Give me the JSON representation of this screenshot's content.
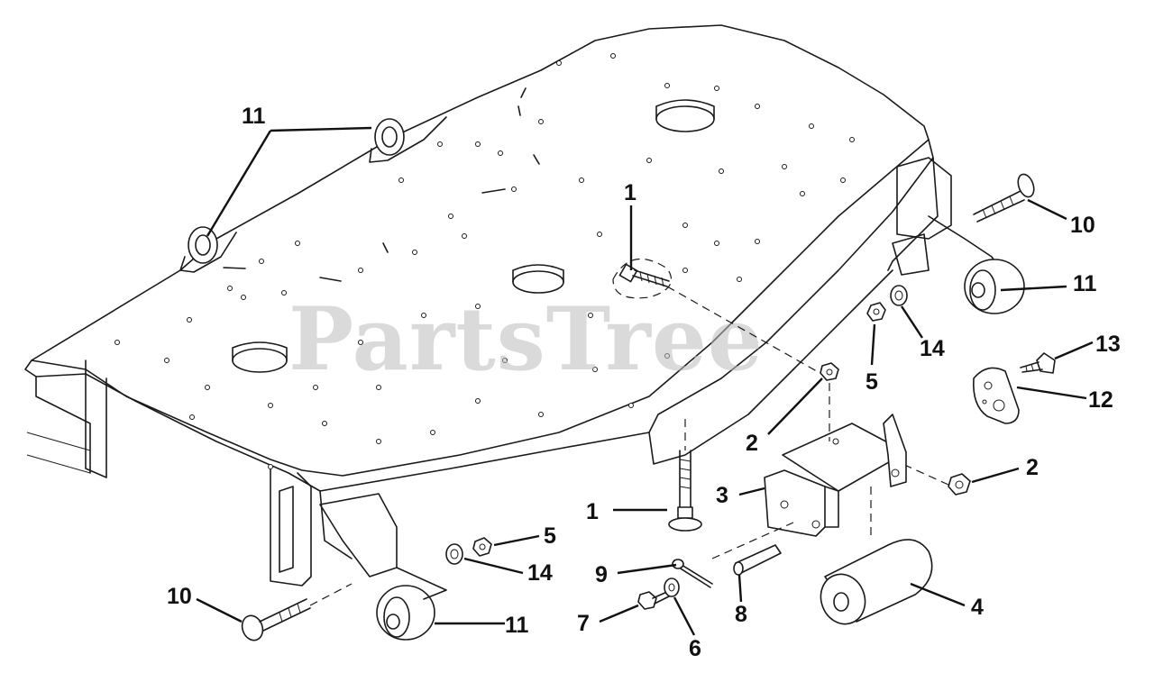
{
  "watermark": "PartsTree",
  "callouts": [
    {
      "id": "c11-top",
      "label": "11"
    },
    {
      "id": "c1-top",
      "label": "1"
    },
    {
      "id": "c10-right",
      "label": "10"
    },
    {
      "id": "c11-right",
      "label": "11"
    },
    {
      "id": "c5-right",
      "label": "5"
    },
    {
      "id": "c14-right",
      "label": "14"
    },
    {
      "id": "c13",
      "label": "13"
    },
    {
      "id": "c12",
      "label": "12"
    },
    {
      "id": "c2-mid",
      "label": "2"
    },
    {
      "id": "c2-right",
      "label": "2"
    },
    {
      "id": "c3",
      "label": "3"
    },
    {
      "id": "c1-bottom",
      "label": "1"
    },
    {
      "id": "c5-bottom",
      "label": "5"
    },
    {
      "id": "c14-bottom",
      "label": "14"
    },
    {
      "id": "c9",
      "label": "9"
    },
    {
      "id": "c10-left",
      "label": "10"
    },
    {
      "id": "c11-bottom",
      "label": "11"
    },
    {
      "id": "c7",
      "label": "7"
    },
    {
      "id": "c6",
      "label": "6"
    },
    {
      "id": "c8",
      "label": "8"
    },
    {
      "id": "c4",
      "label": "4"
    }
  ],
  "colors": {
    "line": "#1a1a1a",
    "background": "#ffffff",
    "watermark": "#bdbdbd"
  }
}
